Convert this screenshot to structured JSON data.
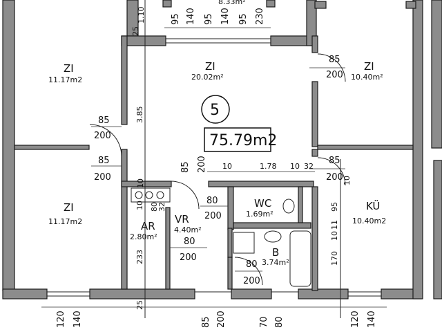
{
  "plan": {
    "unit_number": "5",
    "total_area": "75.79m2",
    "top_cut_area": "8.33m²",
    "rooms": {
      "zi_top_left": {
        "name": "ZI",
        "area": "11.17m2"
      },
      "zi_center": {
        "name": "ZI",
        "area": "20.02m²"
      },
      "zi_top_right": {
        "name": "ZI",
        "area": "10.40m²"
      },
      "zi_bottom_left": {
        "name": "ZI",
        "area": "11.17m2"
      },
      "ar": {
        "name": "AR",
        "area": "2.80m²"
      },
      "vr": {
        "name": "VR",
        "area": "4.40m²"
      },
      "wc": {
        "name": "WC",
        "area": "1.69m²"
      },
      "b": {
        "name": "B",
        "area": "3.74m²"
      },
      "ku": {
        "name": "KÜ",
        "area": "10.40m2"
      }
    },
    "dims": {
      "top_25": "25",
      "top_110": "1.10",
      "top_95a": "95",
      "top_140a": "140",
      "top_95b": "95",
      "top_140b": "140",
      "top_95c": "95",
      "top_230": "230",
      "left_door1_w": "85",
      "left_door1_h": "200",
      "left_door2_w": "85",
      "left_door2_h": "200",
      "v_385": "3.85",
      "center_door_w": "85",
      "center_door_h": "200",
      "right_door1_w": "85",
      "right_door1_h": "200",
      "right_door2_w": "85",
      "right_door2_h": "200",
      "corr_10a": "10",
      "corr_178": "1.78",
      "corr_10b": "10",
      "corr_32": "32",
      "ar_10": "10",
      "ar_80": "80",
      "ar_32": "32",
      "wc_door_w": "80",
      "wc_door_h": "200",
      "vr_door_w": "80",
      "vr_door_h": "200",
      "b_door_w": "80",
      "b_door_h": "200",
      "v_233": "233",
      "v_10": "10",
      "ku_95": "95",
      "ku_10": "10",
      "ku_11": "11",
      "ku_170": "170",
      "ku_10b": "10",
      "bot_120a": "120",
      "bot_140a": "140",
      "bot_25": "25",
      "bot_85": "85",
      "bot_200": "200",
      "bot_70": "70",
      "bot_80": "80",
      "bot_120b": "120",
      "bot_140b": "140"
    }
  }
}
